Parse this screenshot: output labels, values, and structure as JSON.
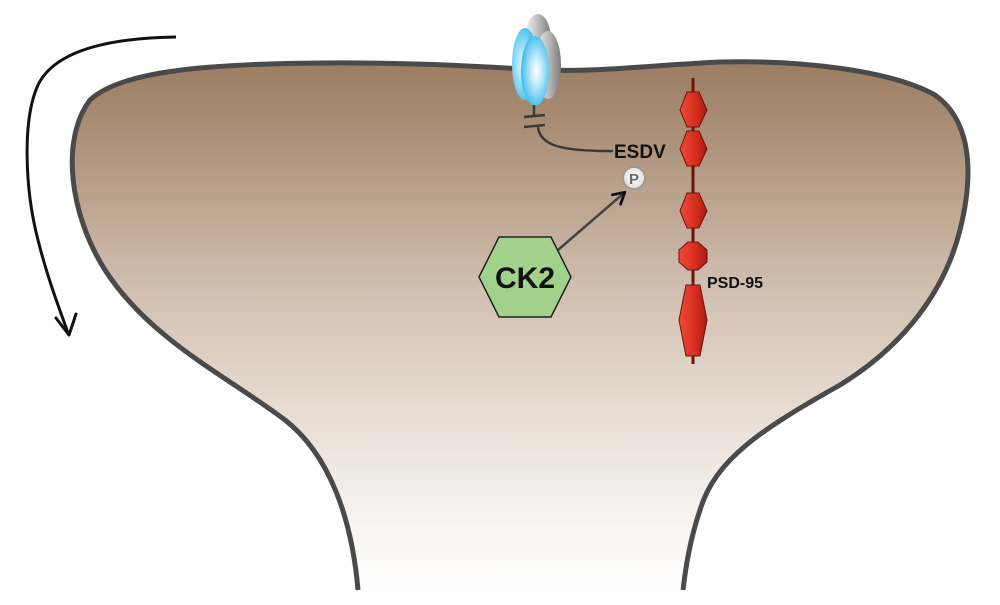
{
  "diagram": {
    "title": "CK2 phosphorylation of receptor C-terminal ESDV motif in a dendritic spine",
    "labels": {
      "motif": "ESDV",
      "phospho": "P",
      "kinase": "CK2",
      "scaffold": "PSD-95"
    },
    "components": {
      "spine": "dendritic spine (head and neck)",
      "receptor": "membrane receptor channel",
      "tail": "receptor C-terminal tail",
      "arrow_motion": "curved arrow along spine exterior",
      "arrow_kinase": "CK2 to phosphosite arrow",
      "psd95_domains": 5
    },
    "colors": {
      "membrane": "#4a4a4a",
      "cytoplasm_top": "#a2846a",
      "cytoplasm_mid": "#d8c8ba",
      "cytoplasm_bottom": "#ffffff",
      "receptor_blue": "#3fc3ef",
      "receptor_gray": "#9a9a9a",
      "psd95_red": "#d63222",
      "psd95_dark": "#6e120c",
      "ck2_green": "#a2d18b",
      "phospho_fill": "#ecebe8",
      "phospho_ring": "#9a9896",
      "arrow": "#111111"
    }
  }
}
